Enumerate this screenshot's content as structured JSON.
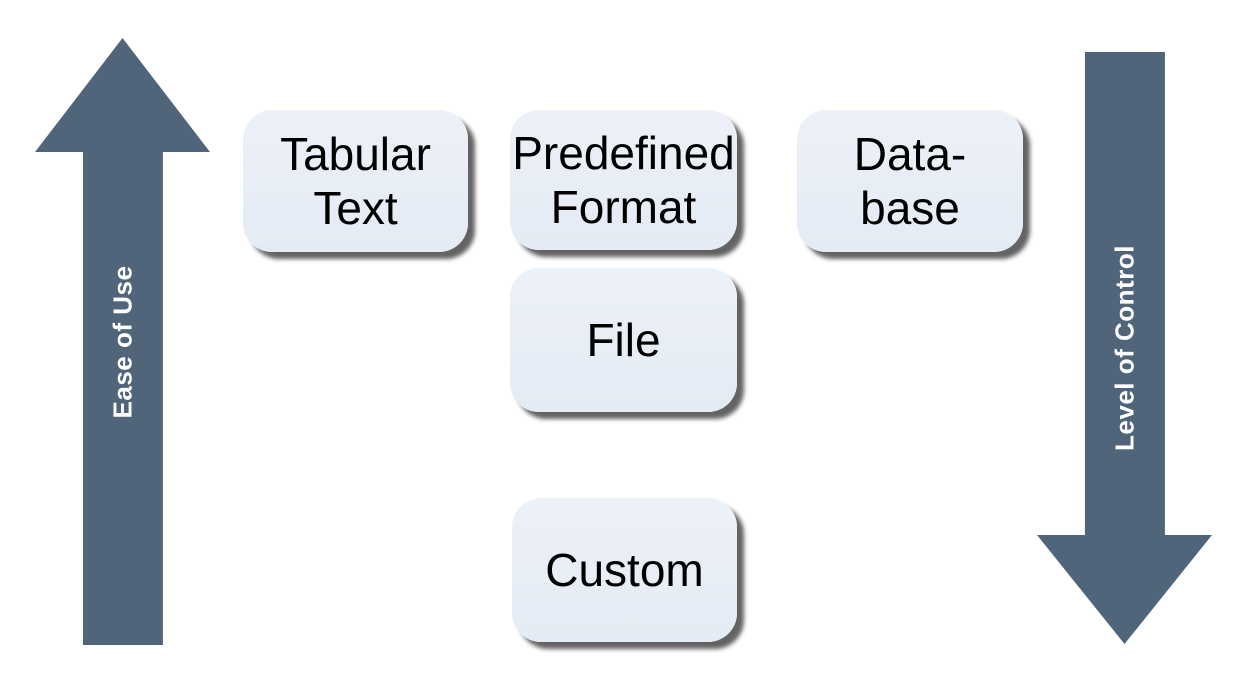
{
  "diagram": {
    "axes": {
      "ease_of_use": {
        "label": "Ease of Use",
        "direction": "up",
        "position": "left"
      },
      "level_of_control": {
        "label": "Level of Control",
        "direction": "down",
        "position": "right"
      }
    },
    "boxes": [
      {
        "id": "tabular-text",
        "label": "Tabular Text",
        "lines": [
          "Tabular",
          "Text"
        ]
      },
      {
        "id": "predefined-format",
        "label": "Predefined Format",
        "lines": [
          "Predefined",
          "Format"
        ]
      },
      {
        "id": "database",
        "label": "Data-base",
        "lines": [
          "Data-",
          "base"
        ]
      },
      {
        "id": "file",
        "label": "File",
        "lines": [
          "File"
        ]
      },
      {
        "id": "custom",
        "label": "Custom",
        "lines": [
          "Custom"
        ]
      }
    ],
    "colors": {
      "arrow_fill": "#506579",
      "arrow_label_text": "#ffffff",
      "box_fill": "#e8eef6",
      "box_text": "#000000",
      "box_shadow": "#3c3c3c",
      "background": "#ffffff"
    }
  }
}
